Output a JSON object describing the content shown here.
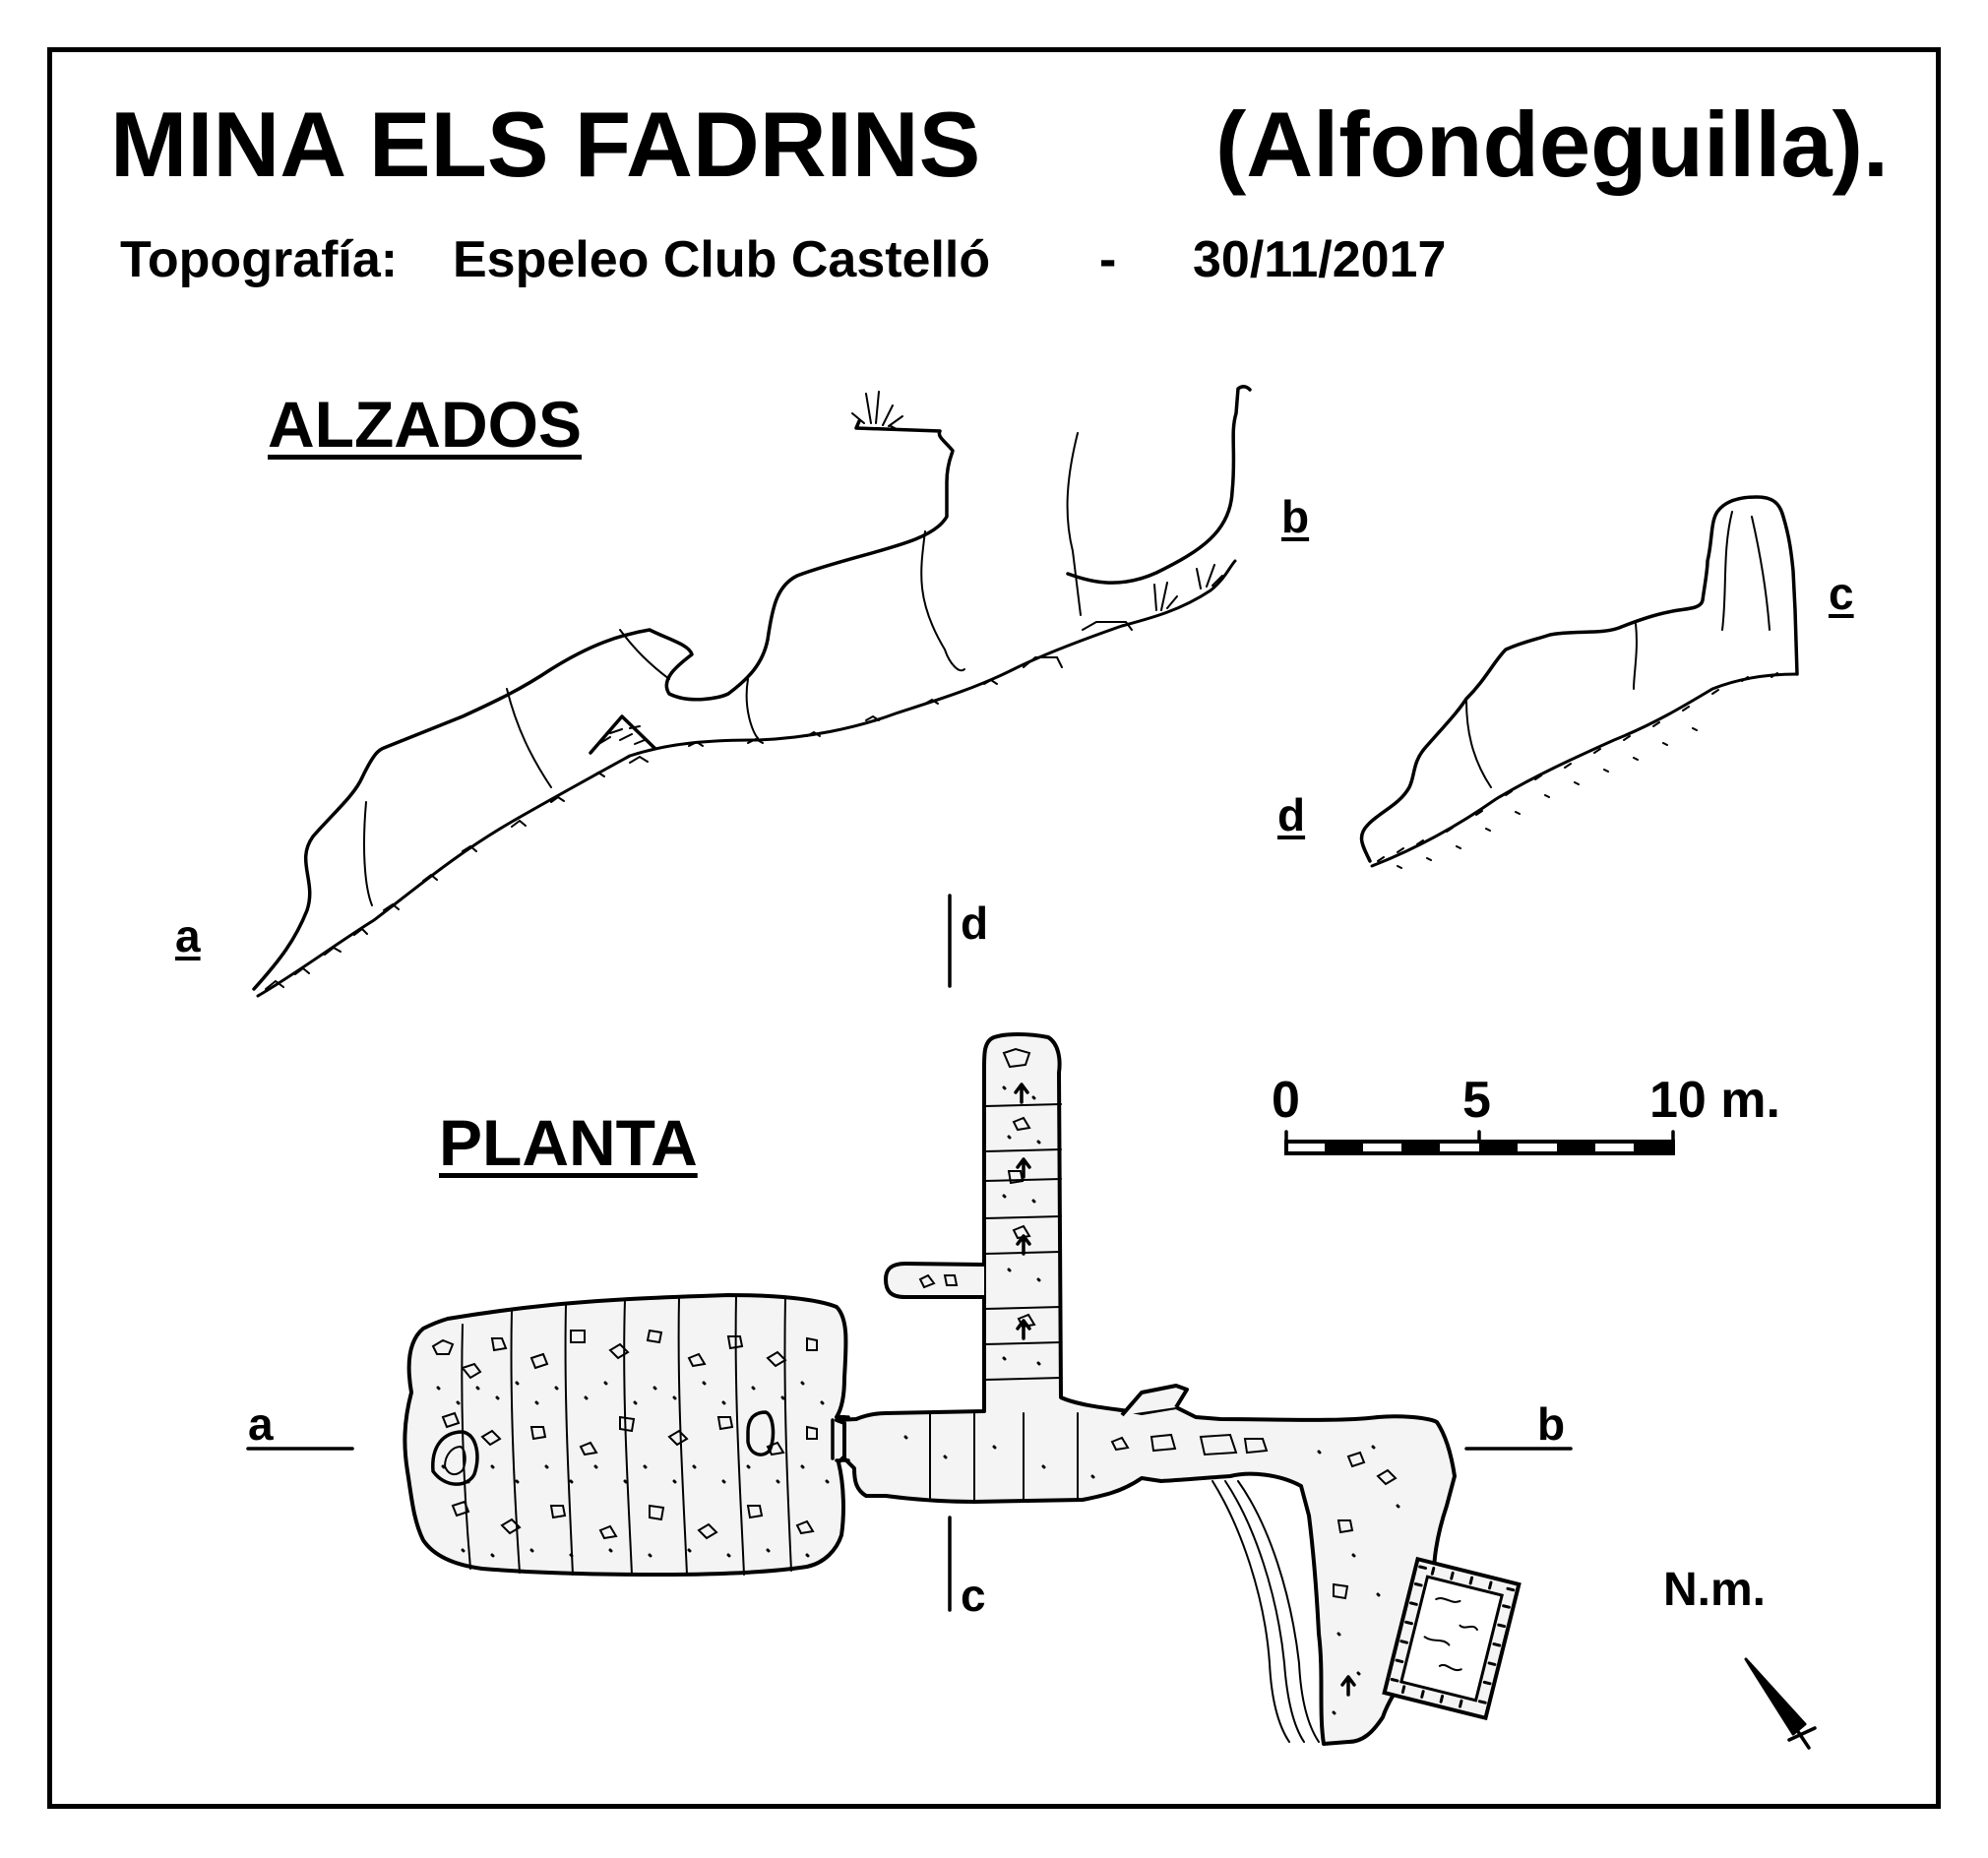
{
  "title": {
    "name": "MINA  ELS  FADRINS",
    "place": "(Alfondeguilla)."
  },
  "survey": {
    "label": "Topografía:",
    "club": "Espeleo Club Castelló",
    "separator": "-",
    "date": "30/11/2017"
  },
  "sections": {
    "elevations": "ALZADOS",
    "plan": "PLANTA"
  },
  "section_markers": {
    "a": "a",
    "b": "b",
    "c": "c",
    "d": "d"
  },
  "scale_bar": {
    "tick_start": "0",
    "tick_mid": "5",
    "tick_end": "10 m."
  },
  "north": {
    "label": "N.m."
  },
  "colors": {
    "ink": "#000000",
    "paper": "#ffffff",
    "floor_fill": "#f4f4f4"
  }
}
